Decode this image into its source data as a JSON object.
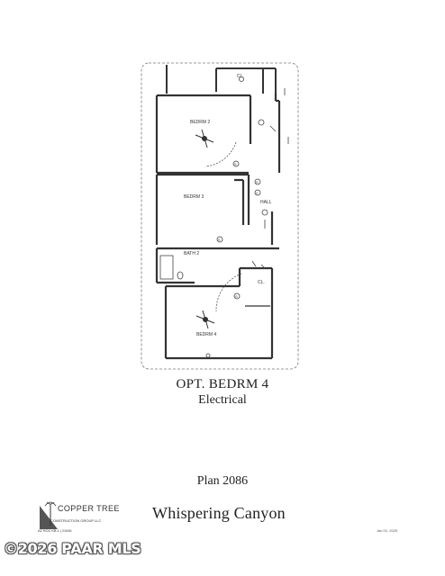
{
  "rooms": {
    "closet_top": "CL.",
    "bedroom_2": "BEDRM 2",
    "bedroom_3": "BEDRM 3",
    "hall": "HALL",
    "bath_2": "BATH 2",
    "closet_bottom": "CL.",
    "bedroom_4": "BEDRM 4"
  },
  "symbols": {
    "smoke_detector": "S",
    "ceiling_light": "C"
  },
  "caption": {
    "title": "OPT. BEDRM 4",
    "subtitle": "Electrical"
  },
  "plan_number": "Plan 2086",
  "community": "Whispering Canyon",
  "logo": {
    "name": "COPPER TREE",
    "tagline": "CONSTRUCTION GROUP LLC",
    "license": "AZ ROC KB-1 | 21045"
  },
  "revision_date": "Jan 02, 2025",
  "watermark": "©2026 PAAR MLS",
  "colors": {
    "line": "#333333",
    "watermark_text": "#ffffff"
  }
}
